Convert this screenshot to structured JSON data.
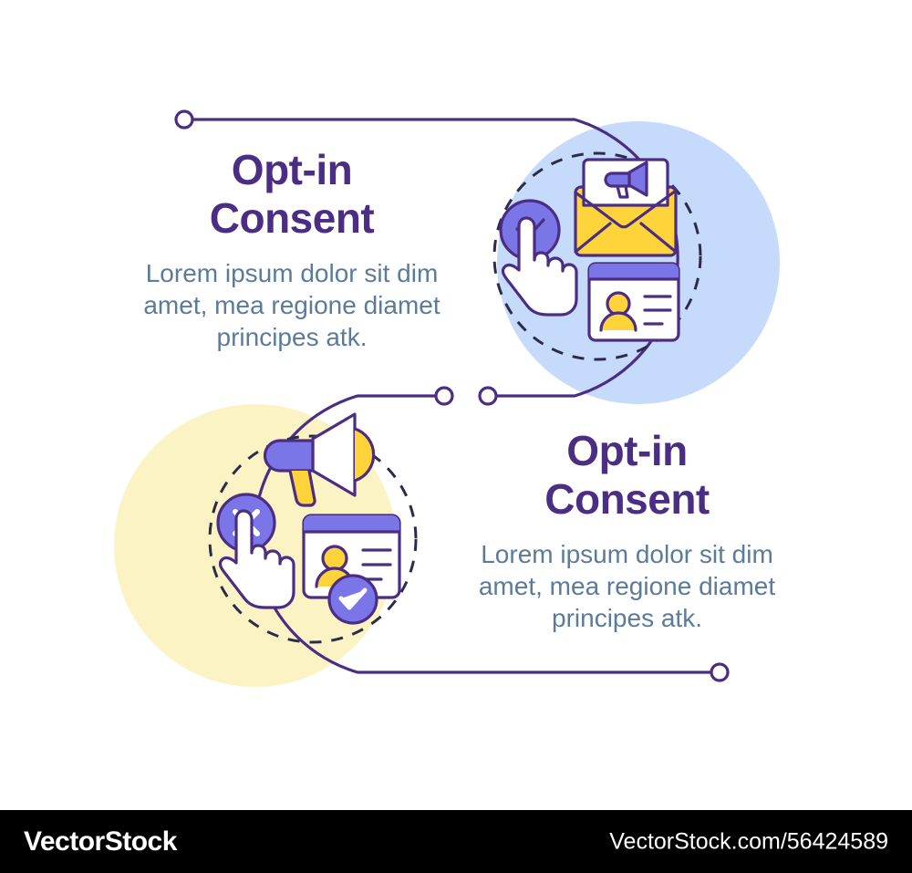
{
  "infographic": {
    "blocks": [
      {
        "id": "opt-in-top",
        "title_line1": "Opt-in",
        "title_line2": "Consent",
        "desc_line1": "Lorem ipsum dolor sit dim",
        "desc_line2": "amet, mea regione diamet",
        "desc_line3": "principes atk.",
        "blob_color": "#c6dafc",
        "icons": [
          "envelope-megaphone-icon",
          "user-card-icon",
          "hand-cursor-check-icon"
        ]
      },
      {
        "id": "opt-in-bottom",
        "title_line1": "Opt-in",
        "title_line2": "Consent",
        "desc_line1": "Lorem ipsum dolor sit dim",
        "desc_line2": "amet, mea regione diamet",
        "desc_line3": "principes atk.",
        "blob_color": "#fbf3c4",
        "icons": [
          "megaphone-icon",
          "user-card-check-icon",
          "hand-cursor-cross-icon"
        ]
      }
    ],
    "colors": {
      "title": "#4b2e83",
      "description": "#5b7b9a",
      "line": "#4b2e83",
      "accent_purple": "#7b76e8",
      "accent_yellow": "#ffd43b",
      "blob_blue": "#c6dafc",
      "blob_yellow": "#fbf3c4"
    }
  },
  "footer": {
    "logo": "VectorStock",
    "id_text": "VectorStock.com/56424589",
    "background": "#000000",
    "text_color": "#ffffff"
  }
}
